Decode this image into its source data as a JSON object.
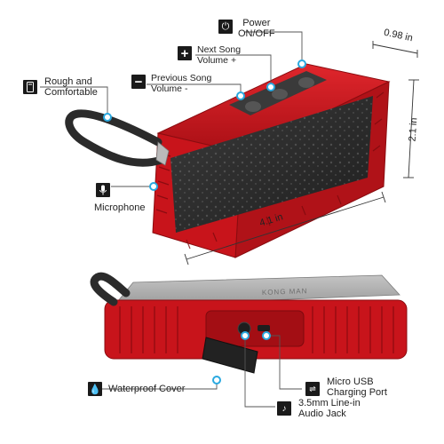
{
  "callouts": {
    "power": {
      "line1": "Power",
      "line2": "ON/OFF",
      "icon": "power-icon"
    },
    "next_song": {
      "line1": "Next Song",
      "line2": "Volume +",
      "icon": "plus-icon"
    },
    "prev_song": {
      "line1": "Previous Song",
      "line2": "Volume -",
      "icon": "minus-icon"
    },
    "rough": {
      "line1": "Rough and",
      "line2": "Comfortable",
      "icon": "phone-grip-icon"
    },
    "microphone": {
      "label": "Microphone",
      "icon": "microphone-icon"
    },
    "waterproof": {
      "label": "Waterproof Cover",
      "icon": "water-drop-icon"
    },
    "usb": {
      "line1": "Micro USB",
      "line2": "Charging Port",
      "icon": "usb-icon"
    },
    "jack": {
      "line1": "3.5mm Line-in",
      "line2": "Audio Jack",
      "icon": "audio-jack-icon"
    }
  },
  "dimensions": {
    "depth": "0.98 in",
    "height": "2.1 in",
    "width": "4.1 in"
  },
  "brand": "KONG MAN",
  "colors": {
    "speaker_red": "#c8141b",
    "grille": "#2b2b2b",
    "callout_dot": "#2aa9e0",
    "icon_bg": "#1a1a1a"
  }
}
